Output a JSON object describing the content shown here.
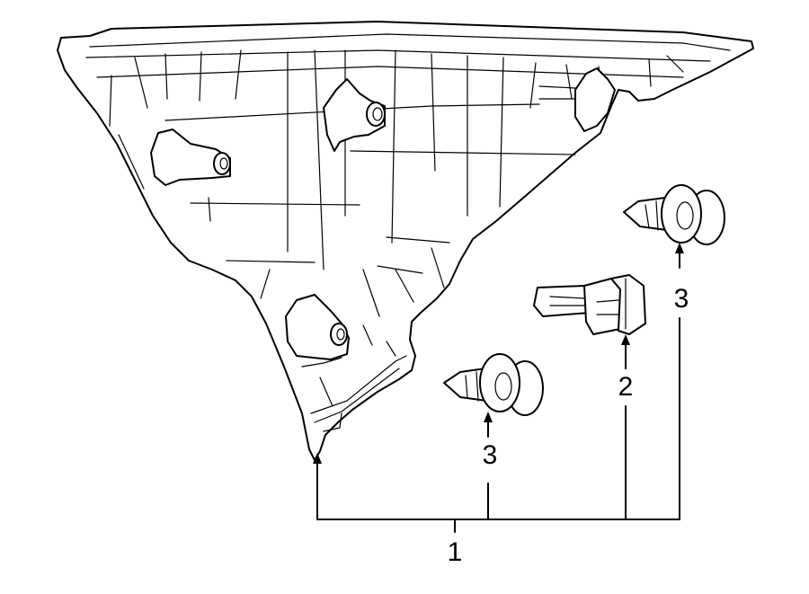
{
  "diagram": {
    "callouts": {
      "panel": "1",
      "clip": "2",
      "retainer_left": "3",
      "retainer_right": "3"
    }
  }
}
